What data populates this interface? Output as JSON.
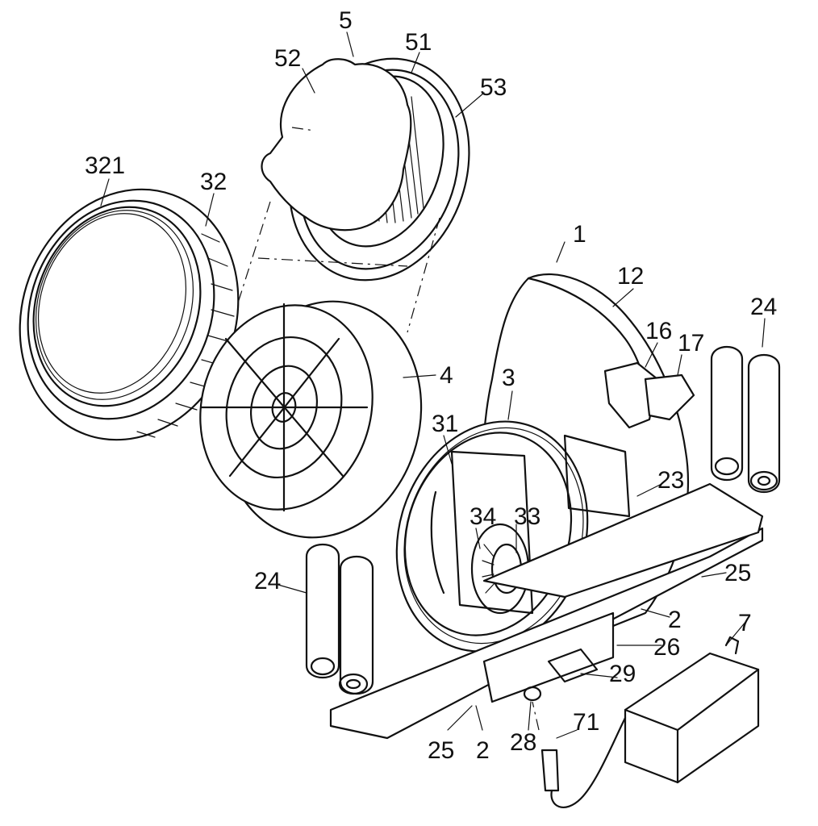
{
  "labels": {
    "l5": "5",
    "l52": "52",
    "l51": "51",
    "l53": "53",
    "l321": "321",
    "l32": "32",
    "l1": "1",
    "l12": "12",
    "l24_right": "24",
    "l16": "16",
    "l17": "17",
    "l4": "4",
    "l3": "3",
    "l31": "31",
    "l23": "23",
    "l34": "34",
    "l33": "33",
    "l25_right": "25",
    "l24_left": "24",
    "l2_right": "2",
    "l7": "7",
    "l26": "26",
    "l29": "29",
    "l71": "71",
    "l28": "28",
    "l25_left": "25",
    "l2_bottom": "2"
  }
}
